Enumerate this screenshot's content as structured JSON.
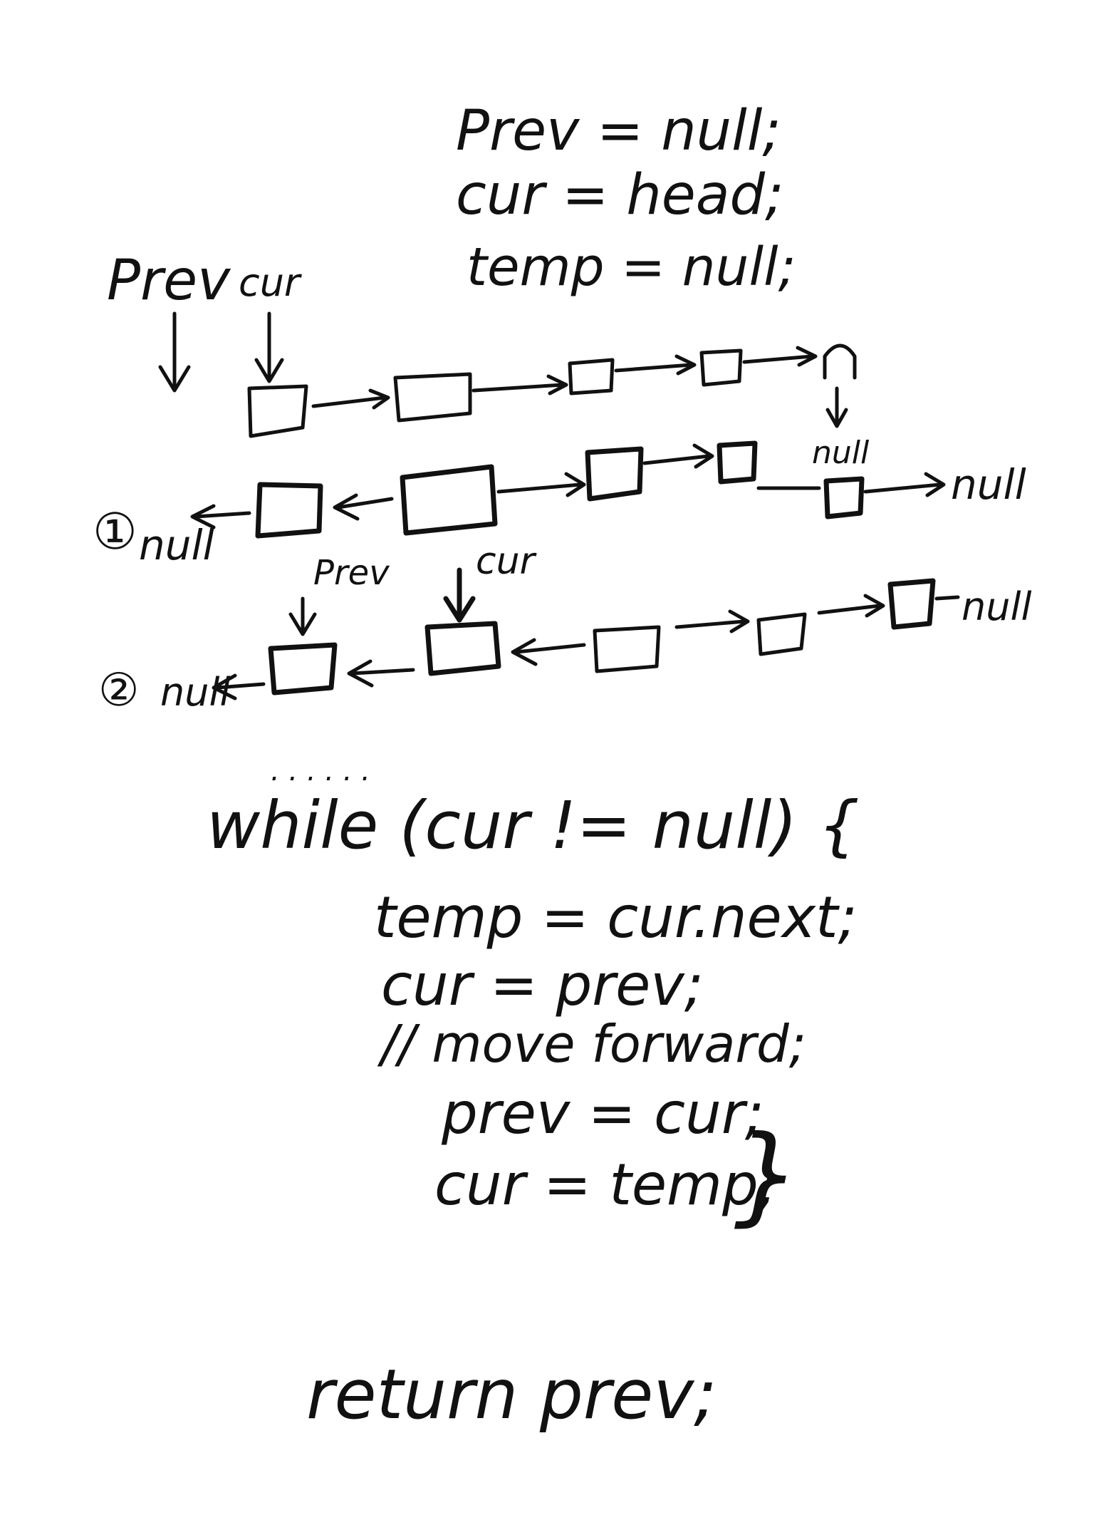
{
  "init_code": [
    "Prev = null;",
    "cur = head;",
    "temp = null;"
  ],
  "diagram": {
    "top_labels": {
      "prev": "Prev",
      "cur": "cur"
    },
    "row1": {
      "marker": "①",
      "left_null": "null",
      "tail_null": "null",
      "right_null": "null"
    },
    "row2": {
      "marker": "②",
      "left_null": "null",
      "prev": "Prev",
      "cur": "cur",
      "right_null": "null"
    },
    "ellipsis": ". . . . . ."
  },
  "loop_code": {
    "header": "while (cur != null) {",
    "body": [
      "temp = cur.next;",
      "cur = prev;",
      "// move forward;",
      "prev = cur;",
      "cur = temp;"
    ],
    "close": "}"
  },
  "return_stmt": "return prev;"
}
